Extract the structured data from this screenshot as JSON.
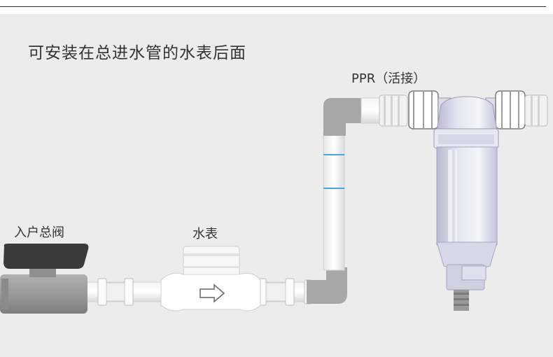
{
  "headline": "可安装在总进水管的水表后面",
  "labels": {
    "valve": "入户总阀",
    "meter": "水表",
    "ppr": "PPR（活接）"
  },
  "colors": {
    "background": "#ececec",
    "pipe": "#ffffff",
    "elbow": "#a7a7a7",
    "valve_handle": "#3a3a3a",
    "valve_body": "#9a9a9a",
    "filter_body": "#cfcfe2",
    "accent_line": "#4aa6e0"
  },
  "icons": {
    "meter_flow": "arrow-right-icon"
  }
}
